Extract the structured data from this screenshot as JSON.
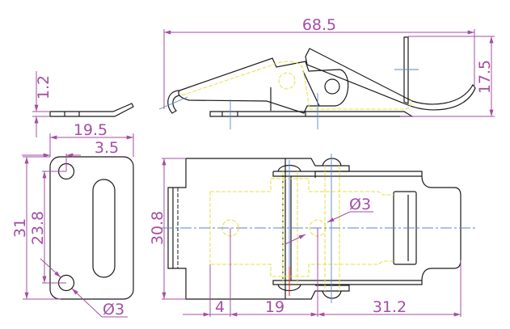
{
  "drawing": {
    "dimensions": {
      "overall_length": "68.5",
      "height": "17.5",
      "thickness": "1.2",
      "plate_width": "19.5",
      "hole_offset": "3.5",
      "plate_height": "31",
      "hole_spacing": "23.8",
      "plate_hole_diameter": "Ø3",
      "base_width": "30.8",
      "base_hole_diameter": "Ø3",
      "base_hole_offset": "4",
      "hole_pitch": "19",
      "hook_length": "31.2"
    },
    "colors": {
      "outline": "#1a1a1a",
      "dimension": "#a44ea6",
      "centerline": "#5b86c9",
      "hidden": "#e6e040"
    }
  }
}
